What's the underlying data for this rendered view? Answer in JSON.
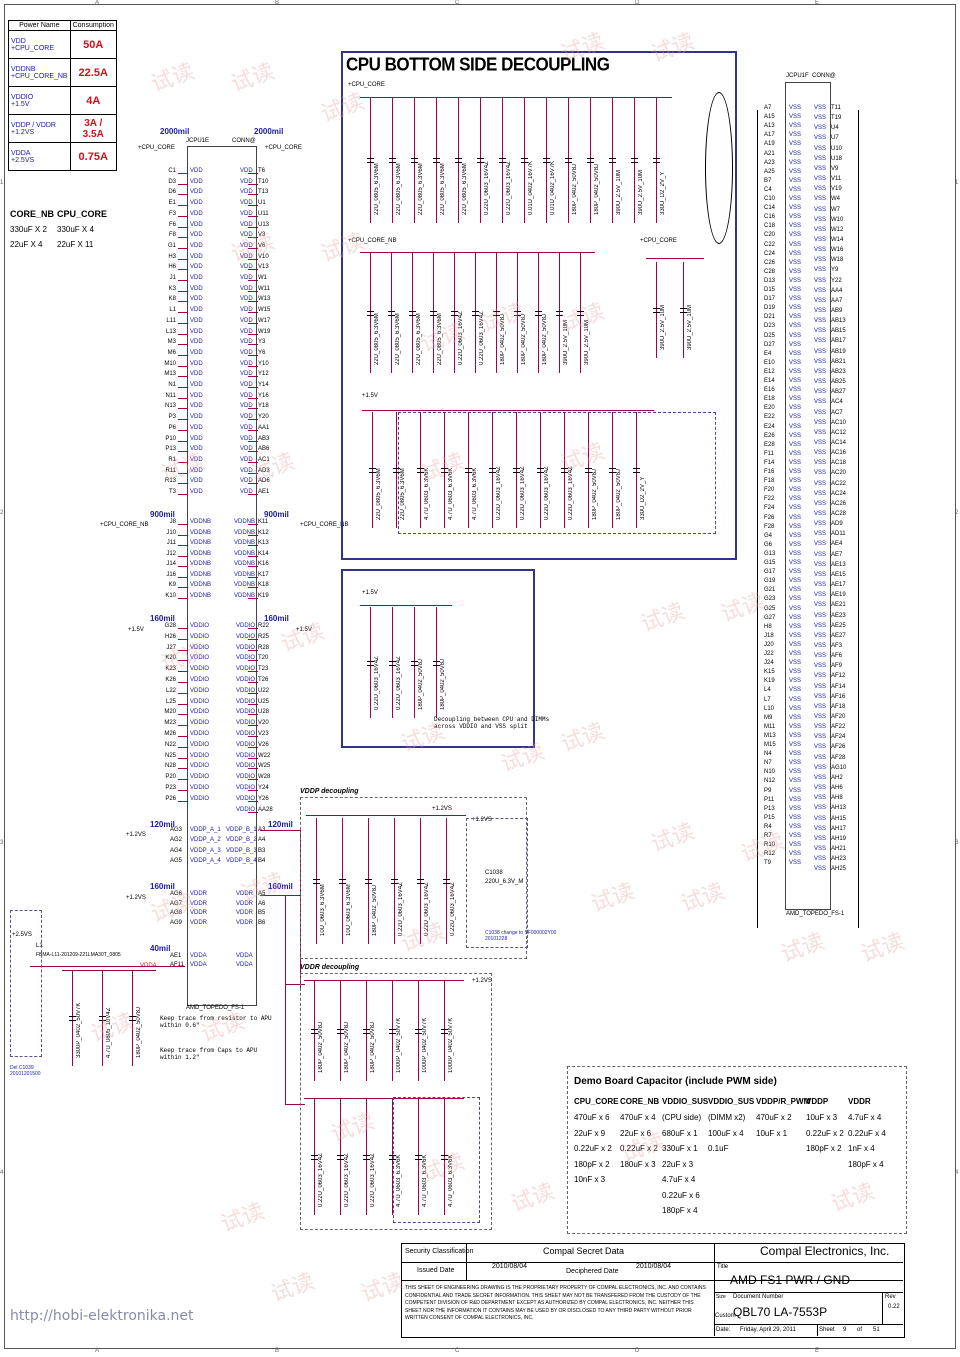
{
  "power_table": {
    "headers": [
      "Power Name",
      "Consumption"
    ],
    "rows": [
      {
        "name": "VDD\n+CPU_CORE",
        "value": "50A"
      },
      {
        "name": "VDDNB\n+CPU_CORE_NB",
        "value": "22.5A"
      },
      {
        "name": "VDDIO\n+1.5V",
        "value": "4A"
      },
      {
        "name": "VDDP / VDDR\n+1.2VS",
        "value": "3A / 3.5A"
      },
      {
        "name": "VDDA\n+2.5VS",
        "value": "0.75A"
      }
    ]
  },
  "core_caps": {
    "h1": "CORE_NB",
    "h2": "CPU_CORE",
    "r1a": "330uF X 2",
    "r1b": "330uF X 4",
    "r2a": "22uF X 4",
    "r2b": "22uF X 11"
  },
  "decoupling_title": "CPU BOTTOM SIDE DECOUPLING",
  "rails": {
    "cpu_core": "+CPU_CORE",
    "cpu_core_nb": "+CPU_CORE_NB",
    "v15": "+1.5V",
    "v12s": "+1.2VS",
    "v25s": "+2.5VS"
  },
  "widths": {
    "w2000a": "2000mil",
    "w2000b": "2000mil",
    "w900a": "900mil",
    "w900b": "900mil",
    "w160a": "160mil",
    "w160b": "160mil",
    "w120a": "120mil",
    "w120b": "120mil",
    "w160c": "160mil",
    "w160d": "160mil",
    "w40": "40mil"
  },
  "connector": {
    "ref_e": "JCPU1E",
    "conn_e": "CONN@",
    "ref_f": "JCPU1F",
    "conn_f": "CONN@",
    "part": "AMD_TOPEDO_FS-1"
  },
  "vdd_pins_left": [
    "C1",
    "D3",
    "D6",
    "E1",
    "F3",
    "F6",
    "F8",
    "G1",
    "H3",
    "H6",
    "J1",
    "K3",
    "K8",
    "L1",
    "L11",
    "L13",
    "M3",
    "M6",
    "M10",
    "M13",
    "N1",
    "N11",
    "N13",
    "P3",
    "P6",
    "P10",
    "P13",
    "R1",
    "R11",
    "R13",
    "T3"
  ],
  "vdd_pins_right": [
    "T6",
    "T10",
    "T13",
    "U1",
    "U11",
    "U13",
    "V3",
    "V6",
    "V10",
    "V13",
    "W1",
    "W11",
    "W13",
    "W15",
    "W17",
    "W19",
    "Y3",
    "Y6",
    "Y10",
    "Y12",
    "Y14",
    "Y16",
    "Y18",
    "Y20",
    "AA1",
    "AB3",
    "AB6",
    "AC1",
    "AD3",
    "AD6",
    "AE1"
  ],
  "vddnb_pins_left": [
    "J8",
    "J10",
    "J11",
    "J12",
    "J14",
    "J16",
    "K9",
    "K10"
  ],
  "vddnb_pins_right": [
    "K11",
    "K12",
    "K13",
    "K14",
    "K16",
    "K17",
    "K18",
    "K19"
  ],
  "vddio_pins_left": [
    "G28",
    "H26",
    "J27",
    "K20",
    "K23",
    "K26",
    "L22",
    "L25",
    "M20",
    "M23",
    "M26",
    "N22",
    "N25",
    "N28",
    "P20",
    "P23",
    "P26"
  ],
  "vddio_pins_right": [
    "R22",
    "R25",
    "R28",
    "T20",
    "T23",
    "T26",
    "U22",
    "U25",
    "U28",
    "V20",
    "V23",
    "V26",
    "W22",
    "W25",
    "W28",
    "Y24",
    "Y26",
    "AA28"
  ],
  "vddp_pins": [
    "AG3",
    "AG2",
    "AG4",
    "AG5"
  ],
  "vddp_names_l": [
    "VDDP_A_1",
    "VDDP_A_2",
    "VDDP_A_3",
    "VDDP_A_4"
  ],
  "vddp_names_r": [
    "VDDP_B_1",
    "VDDP_B_2",
    "VDDP_B_3",
    "VDDP_B_4"
  ],
  "vddp_pins_r": [
    "A3",
    "A4",
    "B3",
    "B4"
  ],
  "vddr_pins": [
    "AG6",
    "AG7",
    "AG8",
    "AG9"
  ],
  "vddr_pins_r": [
    "A5",
    "A6",
    "B5",
    "B6"
  ],
  "vdda_pins": [
    "AE1",
    "AF11"
  ],
  "vss_pins_left": [
    "A7",
    "A15",
    "A13",
    "A17",
    "A19",
    "A21",
    "A23",
    "A25",
    "B7",
    "C4",
    "C10",
    "C14",
    "C16",
    "C18",
    "C20",
    "C22",
    "C24",
    "C26",
    "C28",
    "D13",
    "D15",
    "D17",
    "D19",
    "D21",
    "D23",
    "D25",
    "D27",
    "E4",
    "E10",
    "E12",
    "E14",
    "E16",
    "E18",
    "E20",
    "E22",
    "E24",
    "E26",
    "E28",
    "F11",
    "F14",
    "F16",
    "F18",
    "F20",
    "F22",
    "F24",
    "F26",
    "F28",
    "G4",
    "G6",
    "G13",
    "G15",
    "G17",
    "G19",
    "G21",
    "G23",
    "G25",
    "G27",
    "H8",
    "J18",
    "J20",
    "J22",
    "J24",
    "K15",
    "K19",
    "L4",
    "L7",
    "L10",
    "M9",
    "M11",
    "M13",
    "M15",
    "N4",
    "N7",
    "N10",
    "N12",
    "P9",
    "P11",
    "P13",
    "P15",
    "R4",
    "R7",
    "R10",
    "R12",
    "T9"
  ],
  "vss_pins_right": [
    "T11",
    "T19",
    "U4",
    "U7",
    "U10",
    "U18",
    "V9",
    "V11",
    "V19",
    "W4",
    "W7",
    "W10",
    "W12",
    "W14",
    "W16",
    "W18",
    "Y9",
    "Y22",
    "AA4",
    "AA7",
    "AB9",
    "AB13",
    "AB15",
    "AB17",
    "AB19",
    "AB21",
    "AB23",
    "AB25",
    "AB27",
    "AC4",
    "AC7",
    "AC10",
    "AC12",
    "AC14",
    "AC16",
    "AC18",
    "AC20",
    "AC22",
    "AC24",
    "AC26",
    "AC28",
    "AD9",
    "AD11",
    "AE4",
    "AE7",
    "AE13",
    "AE15",
    "AE17",
    "AE19",
    "AE21",
    "AE23",
    "AE25",
    "AE27",
    "AF3",
    "AF6",
    "AF9",
    "AF12",
    "AF14",
    "AF16",
    "AF18",
    "AF20",
    "AF22",
    "AF24",
    "AF26",
    "AF28",
    "AG10",
    "AH2",
    "AH6",
    "AH8",
    "AH13",
    "AH15",
    "AH17",
    "AH19",
    "AH21",
    "AH23",
    "AH25"
  ],
  "cap_rows": {
    "core": [
      "22U_0805_6.3V6M",
      "22U_0805_6.3V6M",
      "22U_0805_6.3V6M",
      "22U_0805_6.3V6M",
      "22U_0805_6.3V6M",
      "0.22U_0603_16V4Z",
      "0.22U_0603_16V4Z",
      "0.01U_0402_16V7K",
      "0.01U_0402_16V7K",
      "180P_0402_50V8J",
      "180P_0402_50V8J",
      "390U_2.5V_10M",
      "390U_2.5V_10M",
      "330U_D2_2V_Y"
    ],
    "core_nb": [
      "22U_0805_6.3V6M",
      "22U_0805_6.3V6M",
      "22U_0805_6.3V6M",
      "22U_0805_6.3V6M",
      "0.22U_0603_16V4Z",
      "0.22U_0603_16V4Z",
      "180P_0402_50V8J",
      "180P_0402_50V8J",
      "180P_0402_50V8J",
      "390U_2.5V_10M",
      "390U_2.5V_10M"
    ],
    "core2": [
      "390U_2.5V_10M",
      "390U_2.5V_10M"
    ],
    "v15": [
      "22U_0805_6.3V6M",
      "22U_0805_6.3V6M",
      "4.7U_0603_6.3V6K",
      "4.7U_0603_6.3V6K",
      "4.7U_0603_6.3V6K",
      "0.22U_0603_16V4Z",
      "0.22U_0603_16V4Z",
      "0.22U_0603_16V4Z",
      "0.22U_0603_16V4Z",
      "180P_0402_50V8J",
      "180P_0402_50V8J",
      "330U_D2_2V_Y"
    ],
    "dimm": [
      "0.22U_0603_16V4Z",
      "0.22U_0603_16V4Z",
      "180P_0402_50V8J",
      "180P_0402_50V8J"
    ],
    "vddp": [
      "10U_0603_6.3V6M",
      "10U_0603_6.3V6M",
      "180P_0402_50V8J",
      "0.22U_0603_16V4Z",
      "0.22U_0603_16V4Z",
      "0.22U_0603_16V4Z"
    ],
    "vddr1": [
      "180P_0402_50V8J",
      "180P_0402_50V8J",
      "180P_0402_50V8J",
      "1000P_0402_50V7K",
      "1000P_0402_50V7K",
      "1000P_0402_50V7K"
    ],
    "vddr2": [
      "0.22U_0603_16V4Z",
      "0.22U_0603_16V4Z",
      "0.22U_0603_16V4Z",
      "4.7U_0603_6.3V6K",
      "4.7U_0603_6.3V6K",
      "4.7U_0603_6.3V6K"
    ],
    "vdda": [
      "3300P_0402_50V7K",
      "4.7U_0805_10V4Z",
      "180P_0402_50V8J"
    ]
  },
  "dimm_note": "Decoupling between CPU and DIMMs\nacross VDDIO and VSS split",
  "vddp_title": "VDDP decoupling",
  "vddr_title": "VDDR decoupling",
  "c1038": {
    "ref": "C1038",
    "val": "220U_6.3V_M",
    "note": "C1038 change to SF000002Y00\n20101228"
  },
  "l1": {
    "ref": "L1",
    "val": "FBMA-L11-201209-221LMA30T_0805"
  },
  "vdda_label": "VDDA",
  "trace_note1": "Keep trace from resistor to APU\nwithin 0.6\"",
  "trace_note2": "Keep trace from Caps to APU\nwithin 1.2\"",
  "del_note": "Del C1039\n20101201500",
  "demo": {
    "title": "Demo Board Capacitor (include PWM side)",
    "cols": [
      {
        "h": "CPU_CORE",
        "v": [
          "470uF x 6",
          "22uF x 9",
          "0.22uF x 2",
          "180pF x 2",
          "10nF x 3"
        ]
      },
      {
        "h": "CORE_NB",
        "v": [
          "470uF x 4",
          "22uF x 6",
          "0.22uF x 2",
          "180uF x 3"
        ]
      },
      {
        "h": "VDDIO_SUS",
        "v": [
          "(CPU side)",
          "680uF x 1",
          "330uF x 1",
          "22uF x 3",
          "4.7uF x 4",
          "0.22uF x 6",
          "180pF x 4"
        ]
      },
      {
        "h": "VDDIO_SUS",
        "v": [
          "(DIMM x2)",
          "100uF x 4",
          "0.1uF"
        ]
      },
      {
        "h": "VDDP/R_PWM",
        "v": [
          "470uF x 2",
          "10uF x 1"
        ]
      },
      {
        "h": "VDDP",
        "v": [
          "10uF x 3",
          "0.22uF x 2",
          "180pF x 2"
        ]
      },
      {
        "h": "VDDR",
        "v": [
          "4.7uF x 4",
          "0.22uF x 4",
          "1nF x 4",
          "180pF x 4"
        ]
      }
    ]
  },
  "title_block": {
    "sec_class": "Security Classification",
    "sec_val": "Compal Secret Data",
    "company": "Compal Electronics, Inc.",
    "issued": "Issued Date",
    "issued_val": "2010/08/04",
    "deciph": "Deciphered Date",
    "deciph_val": "2010/08/04",
    "title_lbl": "Title",
    "title_val": "AMD FS1 PWR / GND",
    "size": "Size",
    "docnum_lbl": "Document Number",
    "docnum": "QBL70 LA-7553P",
    "rev_lbl": "Rev",
    "rev": "0.22",
    "custom": "Custom",
    "date_lbl": "Date:",
    "date": "Friday, April 29, 2011",
    "sheet_lbl": "Sheet",
    "sheet": "9",
    "of": "of",
    "total": "51",
    "disclaimer": "THIS SHEET OF ENGINEERING DRAWING IS THE PROPRIETARY PROPERTY OF COMPAL ELECTRONICS, INC. AND CONTAINS CONFIDENTIAL AND TRADE SECRET INFORMATION. THIS SHEET MAY NOT BE TRANSFERED FROM THE CUSTODY OF THE COMPETENT DIVISION OF R&D DEPARTMENT EXCEPT AS AUTHORIZED BY COMPAL ELECTRONICS, INC. NEITHER THIS SHEET NOR THE INFORMATION IT CONTAINS MAY BE USED BY OR DISCLOSED TO ANY THIRD PARTY WITHOUT PRIOR WRITTEN CONSENT OF COMPAL ELECTRONICS, INC."
  },
  "watermark_url": "http://hobi-elektronika.net",
  "zones_top": [
    "A",
    "B",
    "C",
    "D",
    "E"
  ],
  "zones_side": [
    "1",
    "2",
    "3",
    "4"
  ]
}
